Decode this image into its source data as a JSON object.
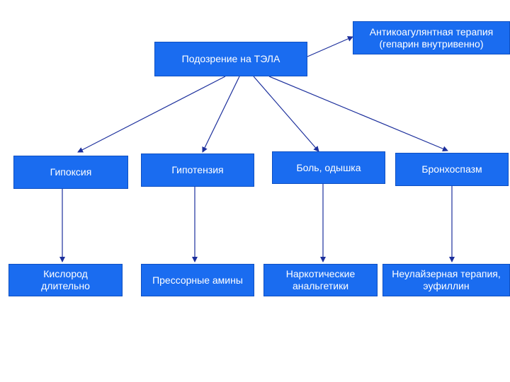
{
  "nodes": {
    "suspicion": "Подозрение на ТЭЛА",
    "anticoag": "Антикоагулянтная терапия\n(гепарин внутривенно)",
    "hypoxia": "Гипоксия",
    "hypotension": "Гипотензия",
    "pain": "Боль, одышка",
    "bronchospasm": "Бронхоспазм",
    "oxygen": "Кислород\nдлительно",
    "pressors": "Прессорные амины",
    "narcotics": "Наркотические\nанальгетики",
    "nebulizer": "Неулайзерная терапия,\nэуфиллин"
  },
  "colors": {
    "box_fill": "#1a6cf0",
    "box_text": "#ffffff",
    "arrow": "#1c2f9c"
  }
}
